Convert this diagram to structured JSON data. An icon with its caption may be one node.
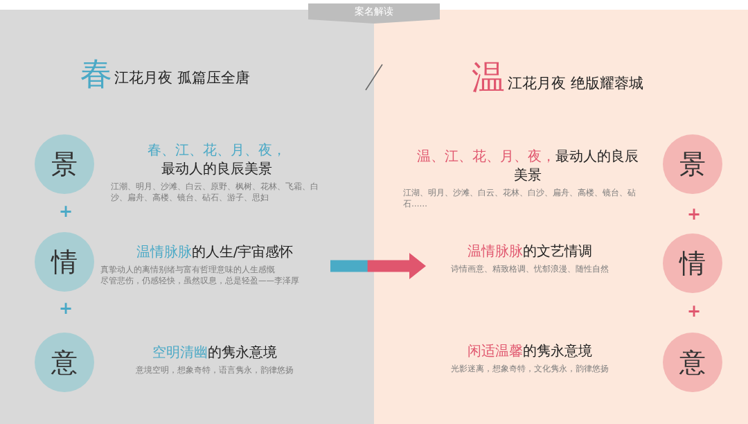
{
  "diagram": {
    "title": "案名解读",
    "nodes": [
      {
        "text": [
          "景"
        ]
      },
      {
        "text": [
          "情"
        ]
      },
      {
        "text": [
          "意"
        ]
      },
      {
        "text": [
          "春、江、花、月、夜，",
          "最动人的良辰美景",
          "江潮、明月、沙滩、白云、原野、枫树、花林、飞霜、白沙、扁舟、高楼、镜台、砧石、游子、思妇"
        ]
      },
      {
        "text": [
          "温情脉脉",
          "的人生/宇宙感怀",
          "真挚动人的离情别绪与富有哲理意味的人生感慨",
          "尽管悲伤，仍感轻快，虽然叹息，总是轻盈——李泽厚"
        ]
      },
      {
        "text": [
          "空明清幽",
          "的隽永意境",
          "意境空明，想象奇特，语言隽永，韵律悠扬"
        ]
      },
      {
        "text": [
          "温、江、花、月、夜，",
          "最动人的良辰美景",
          "江湖、明月、沙滩、白云、花林、白沙、扁舟、高楼、镜台、砧石……"
        ]
      },
      {
        "text": [
          "温情脉脉",
          "的文艺情调",
          "诗情画意、精致格调、忧郁浪漫、随性自然"
        ]
      },
      {
        "text": [
          "闲适温馨",
          "的隽永意境",
          "光影迷离，想象奇特，文化隽永，韵律悠扬"
        ]
      },
      {
        "text": [
          "景"
        ]
      },
      {
        "text": [
          "情"
        ]
      },
      {
        "text": [
          "意"
        ]
      }
    ],
    "edges": [
      {
        "from": 4,
        "to": 7,
        "arrow": "to",
        "style": "thick"
      }
    ],
    "labels": [
      "春",
      "江花月夜 孤篇压全唐",
      "温",
      "江花月夜 绝版耀蓉城",
      "+",
      "+",
      "+",
      "+"
    ]
  }
}
